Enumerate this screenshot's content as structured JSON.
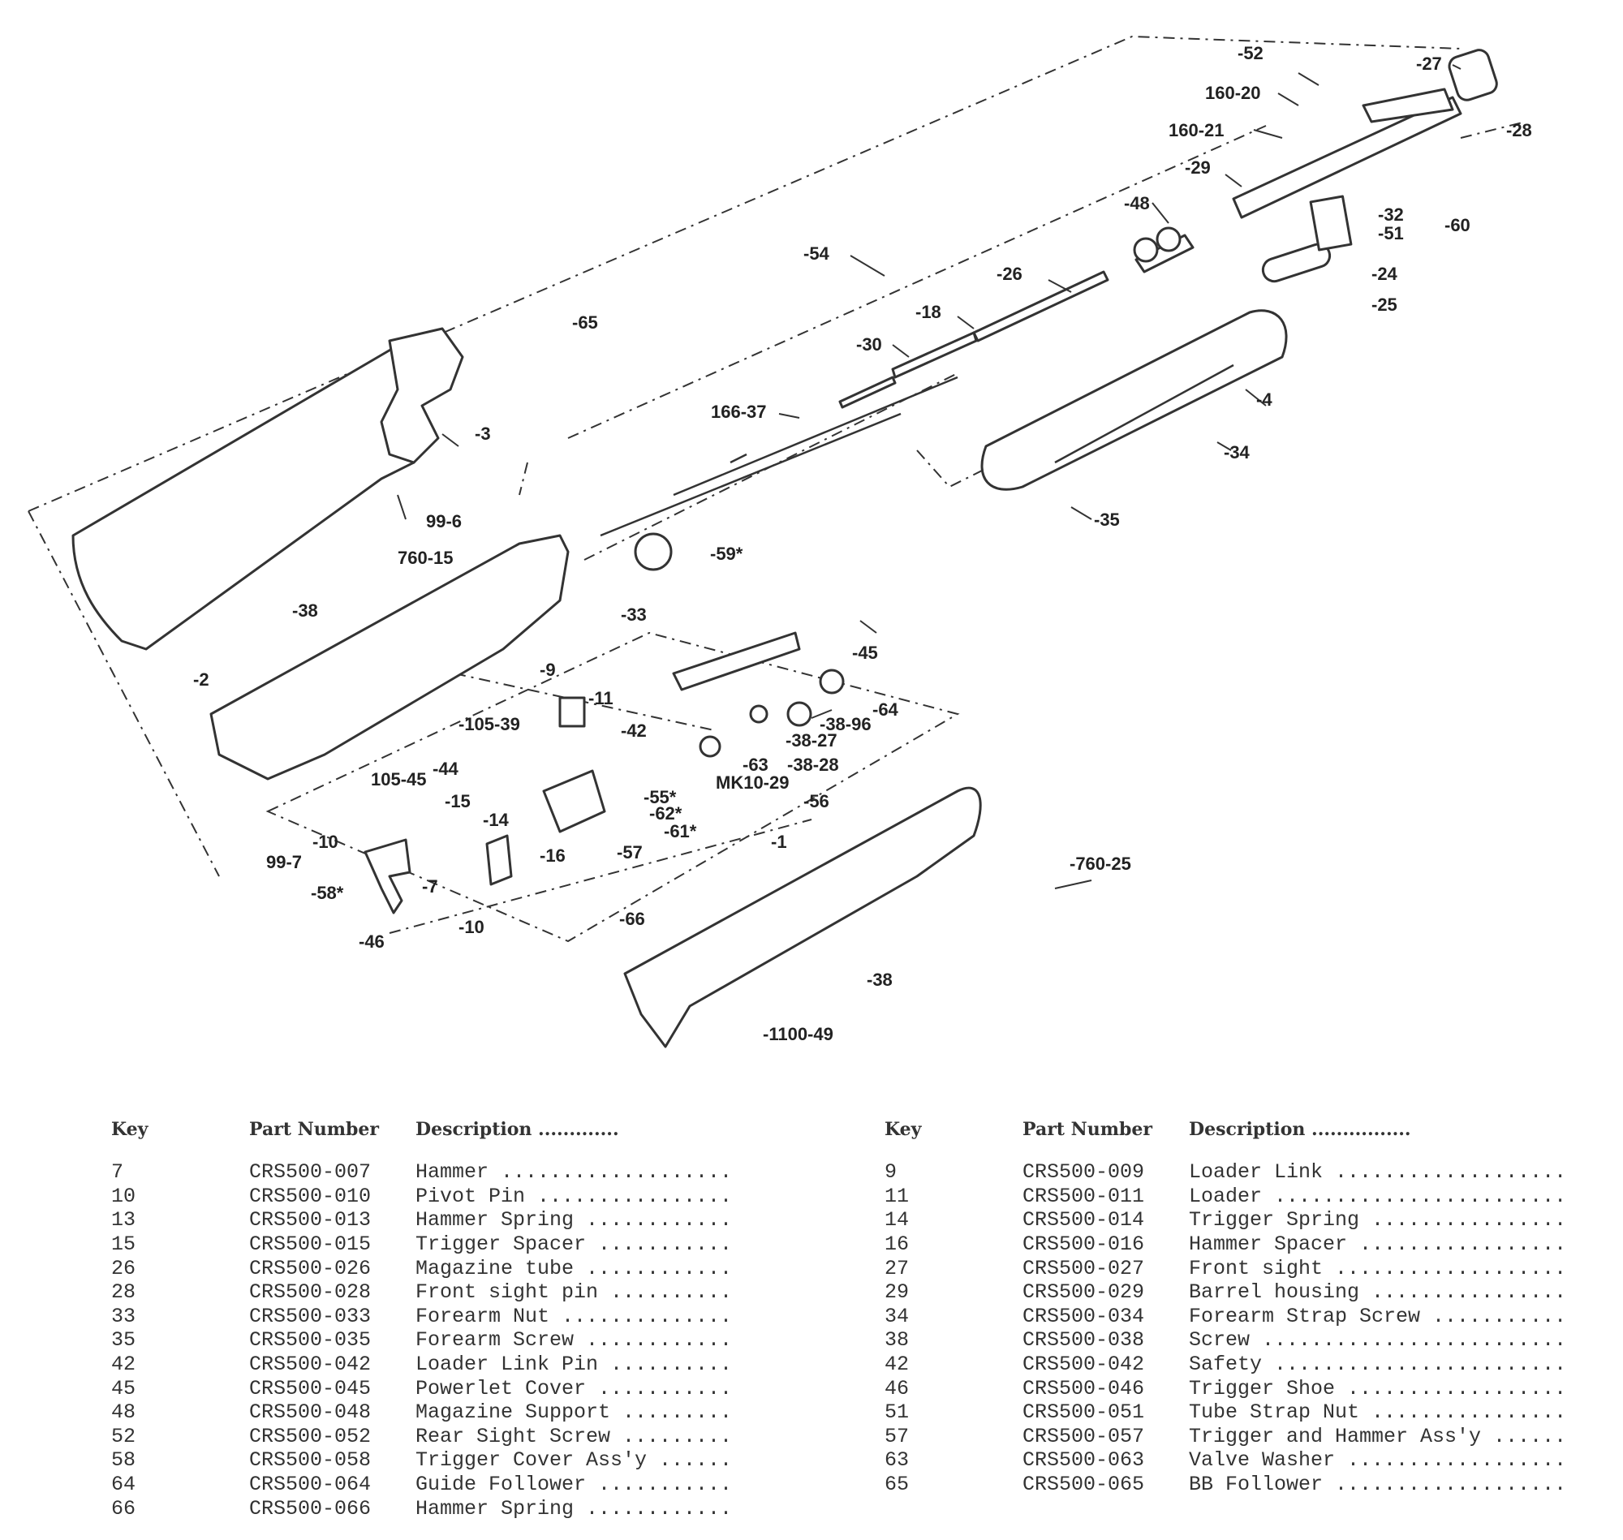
{
  "callouts": [
    "-52",
    "-27",
    "160-20",
    "160-21",
    "-28",
    "-29",
    "-48",
    "-32",
    "-60",
    "-51",
    "-54",
    "-26",
    "-24",
    "-25",
    "-65",
    "-18",
    "-30",
    "-4",
    "166-37",
    "-34",
    "-35",
    "-59*",
    "-3",
    "99-6",
    "760-15",
    "-38",
    "-33",
    "-45",
    "-2",
    "-9",
    "-11",
    "-64",
    "-42",
    "-105-39",
    "-38-96",
    "-38-27",
    "105-45",
    "-44",
    "-63",
    "-38-28",
    "MK10-29",
    "-55*",
    "-62*",
    "-15",
    "-56",
    "-14",
    "-61*",
    "-10",
    "-1",
    "-57",
    "-16",
    "-760-25",
    "99-7",
    "-58*",
    "-7",
    "-66",
    "-10",
    "-46",
    "-38",
    "-1100-49"
  ],
  "legend": {
    "headers": {
      "key": "Key",
      "part": "Part Number",
      "desc": "Description ............."
    },
    "headers_right": {
      "key": "Key",
      "part": "Part Number",
      "desc": "Description ................"
    },
    "left": [
      {
        "key": "7",
        "part": "CRS500-007",
        "desc": "Hammer ..................."
      },
      {
        "key": "10",
        "part": "CRS500-010",
        "desc": "Pivot Pin ................"
      },
      {
        "key": "13",
        "part": "CRS500-013",
        "desc": "Hammer Spring ............"
      },
      {
        "key": "15",
        "part": "CRS500-015",
        "desc": "Trigger Spacer ..........."
      },
      {
        "key": "26",
        "part": "CRS500-026",
        "desc": "Magazine tube ............"
      },
      {
        "key": "28",
        "part": "CRS500-028",
        "desc": "Front sight pin .........."
      },
      {
        "key": "33",
        "part": "CRS500-033",
        "desc": "Forearm Nut .............."
      },
      {
        "key": "35",
        "part": "CRS500-035",
        "desc": "Forearm Screw ............"
      },
      {
        "key": "42",
        "part": "CRS500-042",
        "desc": "Loader Link Pin .........."
      },
      {
        "key": "45",
        "part": "CRS500-045",
        "desc": "Powerlet Cover ..........."
      },
      {
        "key": "48",
        "part": "CRS500-048",
        "desc": "Magazine Support ........."
      },
      {
        "key": "52",
        "part": "CRS500-052",
        "desc": "Rear Sight Screw ........."
      },
      {
        "key": "58",
        "part": "CRS500-058",
        "desc": "Trigger Cover Ass'y ......"
      },
      {
        "key": "64",
        "part": "CRS500-064",
        "desc": "Guide Follower ..........."
      },
      {
        "key": "66",
        "part": "CRS500-066",
        "desc": "Hammer Spring ............"
      }
    ],
    "right": [
      {
        "key": "9",
        "part": "CRS500-009",
        "desc": "Loader Link ..................."
      },
      {
        "key": "11",
        "part": "CRS500-011",
        "desc": "Loader ........................"
      },
      {
        "key": "14",
        "part": "CRS500-014",
        "desc": "Trigger Spring ................"
      },
      {
        "key": "16",
        "part": "CRS500-016",
        "desc": "Hammer Spacer ................."
      },
      {
        "key": "27",
        "part": "CRS500-027",
        "desc": "Front sight ..................."
      },
      {
        "key": "29",
        "part": "CRS500-029",
        "desc": "Barrel housing ................"
      },
      {
        "key": "34",
        "part": "CRS500-034",
        "desc": "Forearm Strap Screw ..........."
      },
      {
        "key": "38",
        "part": "CRS500-038",
        "desc": "Screw ........................."
      },
      {
        "key": "42",
        "part": "CRS500-042",
        "desc": "Safety ........................"
      },
      {
        "key": "46",
        "part": "CRS500-046",
        "desc": "Trigger Shoe .................."
      },
      {
        "key": "51",
        "part": "CRS500-051",
        "desc": "Tube Strap Nut ................"
      },
      {
        "key": "57",
        "part": "CRS500-057",
        "desc": "Trigger and Hammer Ass'y ......"
      },
      {
        "key": "63",
        "part": "CRS500-063",
        "desc": "Valve Washer .................."
      },
      {
        "key": "65",
        "part": "CRS500-065",
        "desc": "BB Follower ..................."
      }
    ]
  }
}
